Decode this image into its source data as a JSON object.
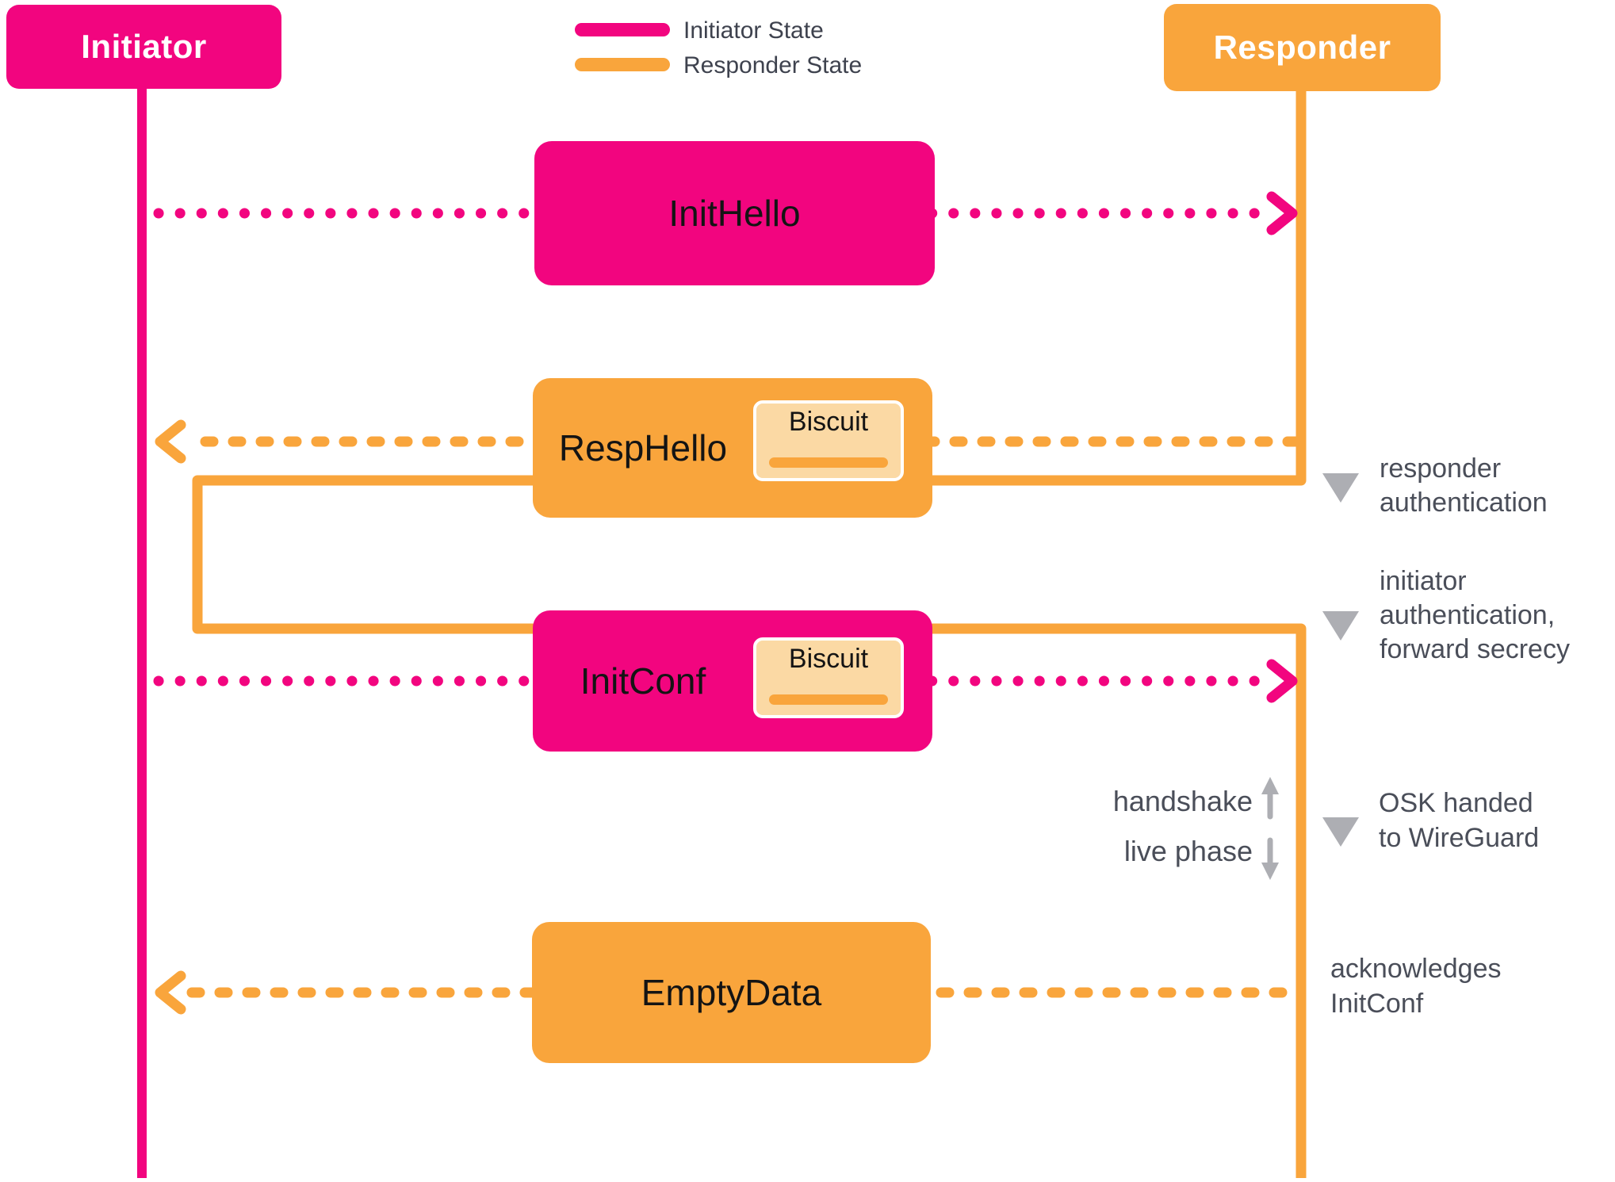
{
  "palette": {
    "pink": "#F2057F",
    "orange": "#F9A53C",
    "biscuit_fill": "#FBD9A4",
    "gray": "#ADAEB3",
    "text_dark": "#4A4E59"
  },
  "actors": {
    "initiator": {
      "label": "Initiator"
    },
    "responder": {
      "label": "Responder"
    }
  },
  "legend": {
    "items": [
      {
        "label": "Initiator State",
        "color": "#F2057F"
      },
      {
        "label": "Responder State",
        "color": "#F9A53C"
      }
    ]
  },
  "messages": [
    {
      "label": "InitHello",
      "direction": "initiator-to-responder",
      "color": "pink",
      "has_biscuit": false
    },
    {
      "label": "RespHello",
      "direction": "responder-to-initiator",
      "color": "orange",
      "has_biscuit": true,
      "biscuit_label": "Biscuit"
    },
    {
      "label": "InitConf",
      "direction": "initiator-to-responder",
      "color": "pink",
      "has_biscuit": true,
      "biscuit_label": "Biscuit"
    },
    {
      "label": "EmptyData",
      "direction": "responder-to-initiator",
      "color": "orange",
      "has_biscuit": false
    }
  ],
  "annotations": {
    "responder_auth": {
      "lines": [
        "responder",
        "authentication"
      ]
    },
    "initiator_auth": {
      "lines": [
        "initiator",
        "authentication,",
        "forward secrecy"
      ]
    },
    "osk": {
      "lines": [
        "OSK handed",
        "to WireGuard"
      ]
    },
    "acknowledges": {
      "lines": [
        "acknowledges",
        "InitConf"
      ]
    },
    "phase": {
      "handshake": "handshake",
      "live_phase": "live phase"
    }
  }
}
